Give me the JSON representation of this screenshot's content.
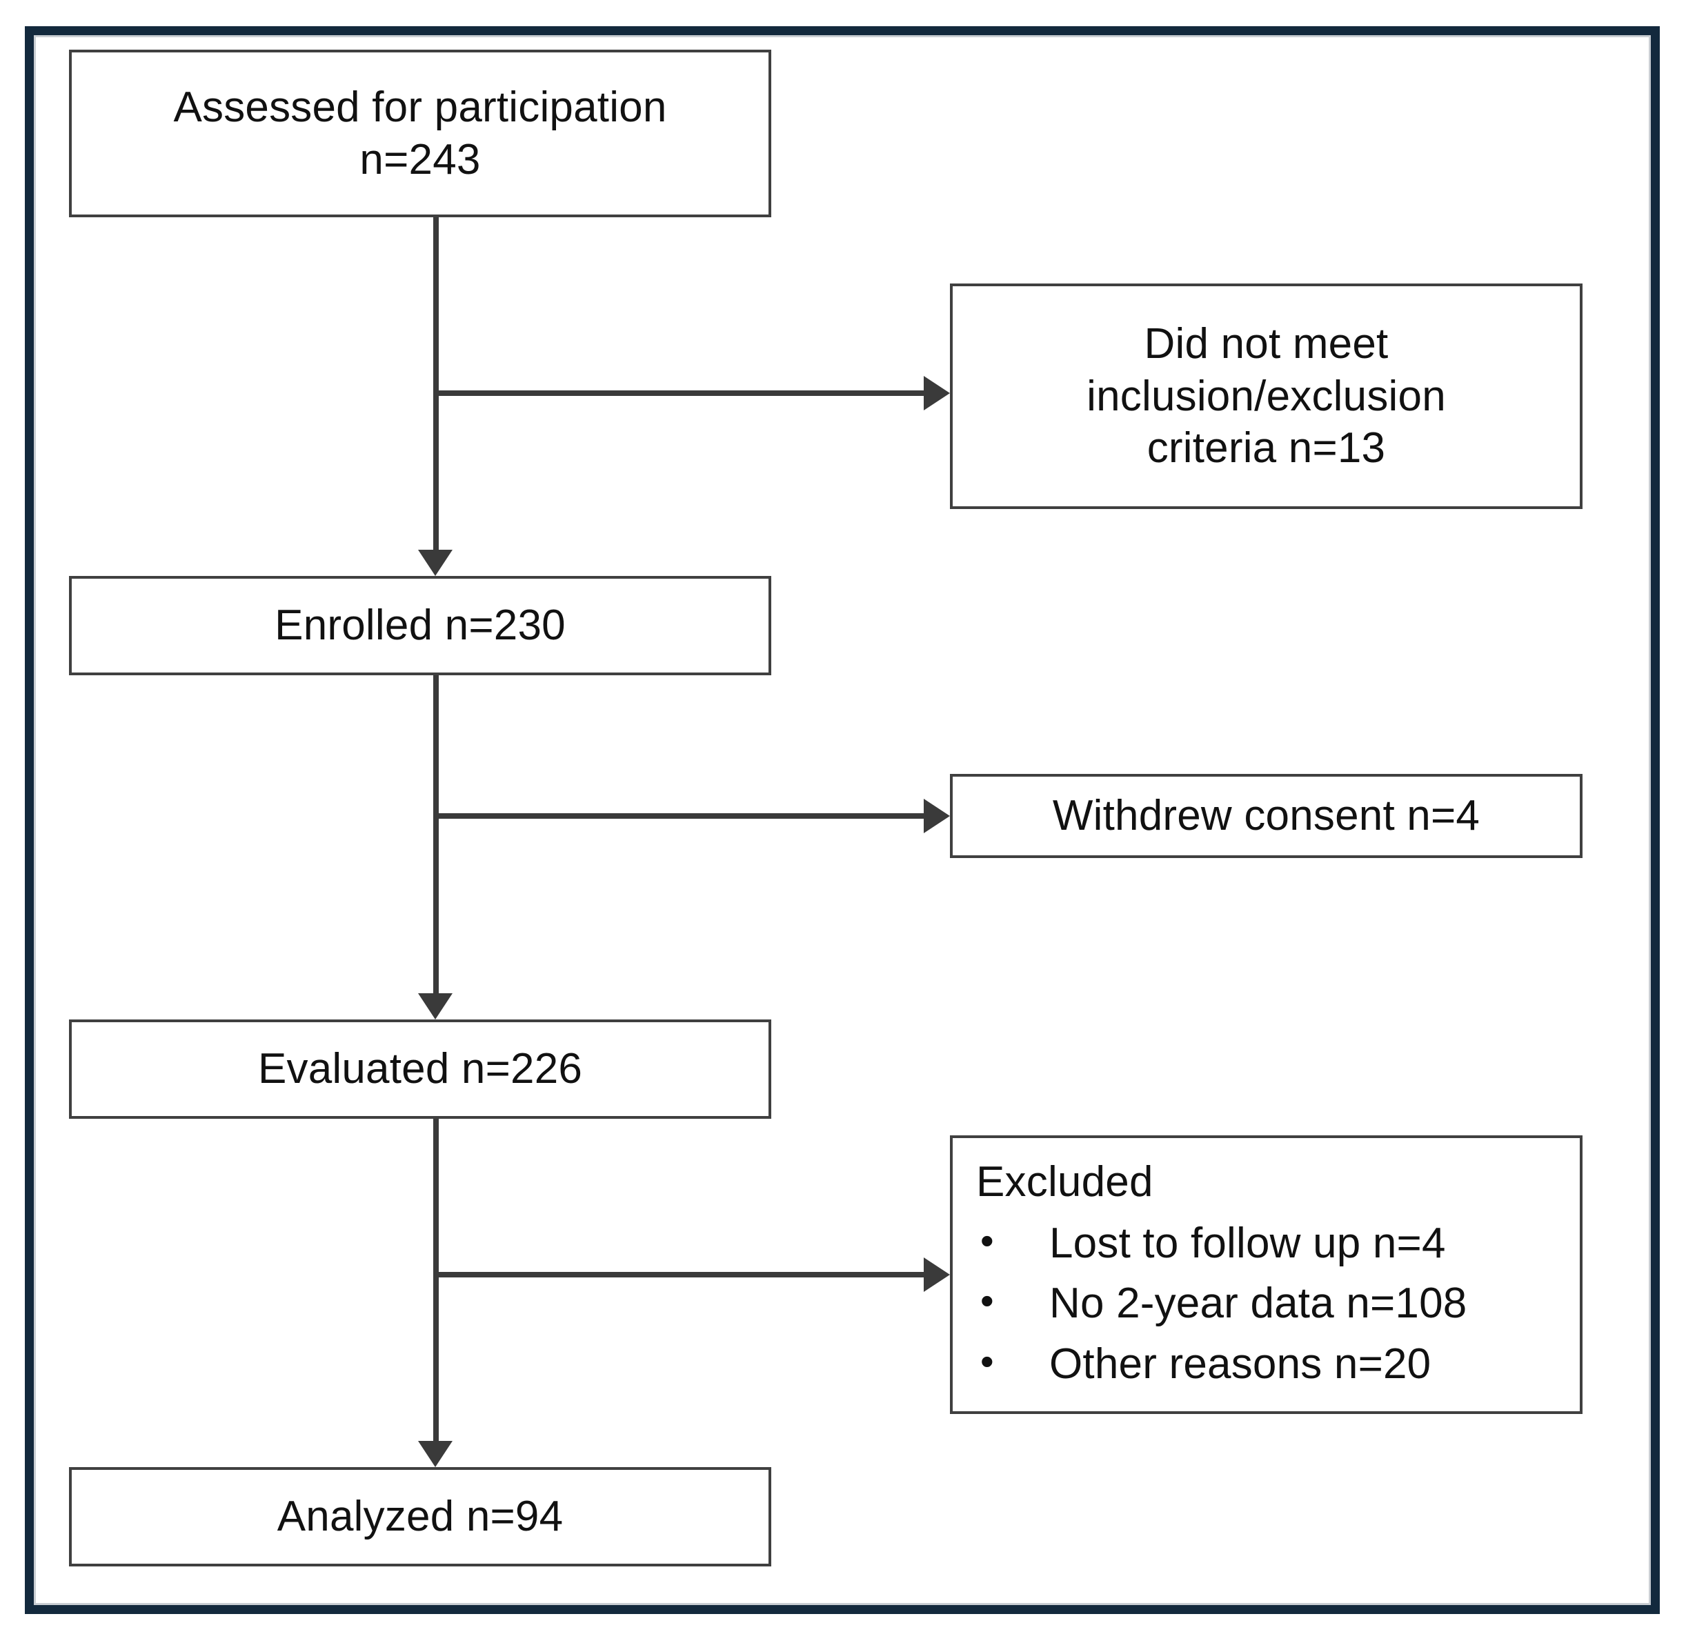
{
  "figure": {
    "type": "flowchart",
    "orientation": "top-to-bottom",
    "frame_color": "#13293d",
    "box_border_color": "#404040",
    "connector_color": "#3a3a3a",
    "background": "#ffffff"
  },
  "nodes": {
    "assessed": {
      "line1": "Assessed for participation",
      "line2": "n=243",
      "n": 243
    },
    "not_met_criteria": {
      "line1": "Did not meet",
      "line2": "inclusion/exclusion",
      "line3": "criteria n=13",
      "n": 13
    },
    "enrolled": {
      "label": "Enrolled n=230",
      "n": 230
    },
    "withdrew": {
      "label": "Withdrew consent n=4",
      "n": 4
    },
    "evaluated": {
      "label": "Evaluated n=226",
      "n": 226
    },
    "excluded": {
      "title": "Excluded",
      "bullet_glyph": "•",
      "items": [
        {
          "label": "Lost to follow up n=4",
          "n": 4
        },
        {
          "label": "No 2-year data n=108",
          "n": 108
        },
        {
          "label": "Other reasons n=20",
          "n": 20
        }
      ]
    },
    "analyzed": {
      "label": "Analyzed n=94",
      "n": 94
    }
  },
  "flow": {
    "main_path": [
      "assessed",
      "enrolled",
      "evaluated",
      "analyzed"
    ],
    "side_branches": [
      {
        "from": "assessed",
        "to": "not_met_criteria"
      },
      {
        "from": "enrolled",
        "to": "withdrew"
      },
      {
        "from": "evaluated",
        "to": "excluded"
      }
    ]
  }
}
